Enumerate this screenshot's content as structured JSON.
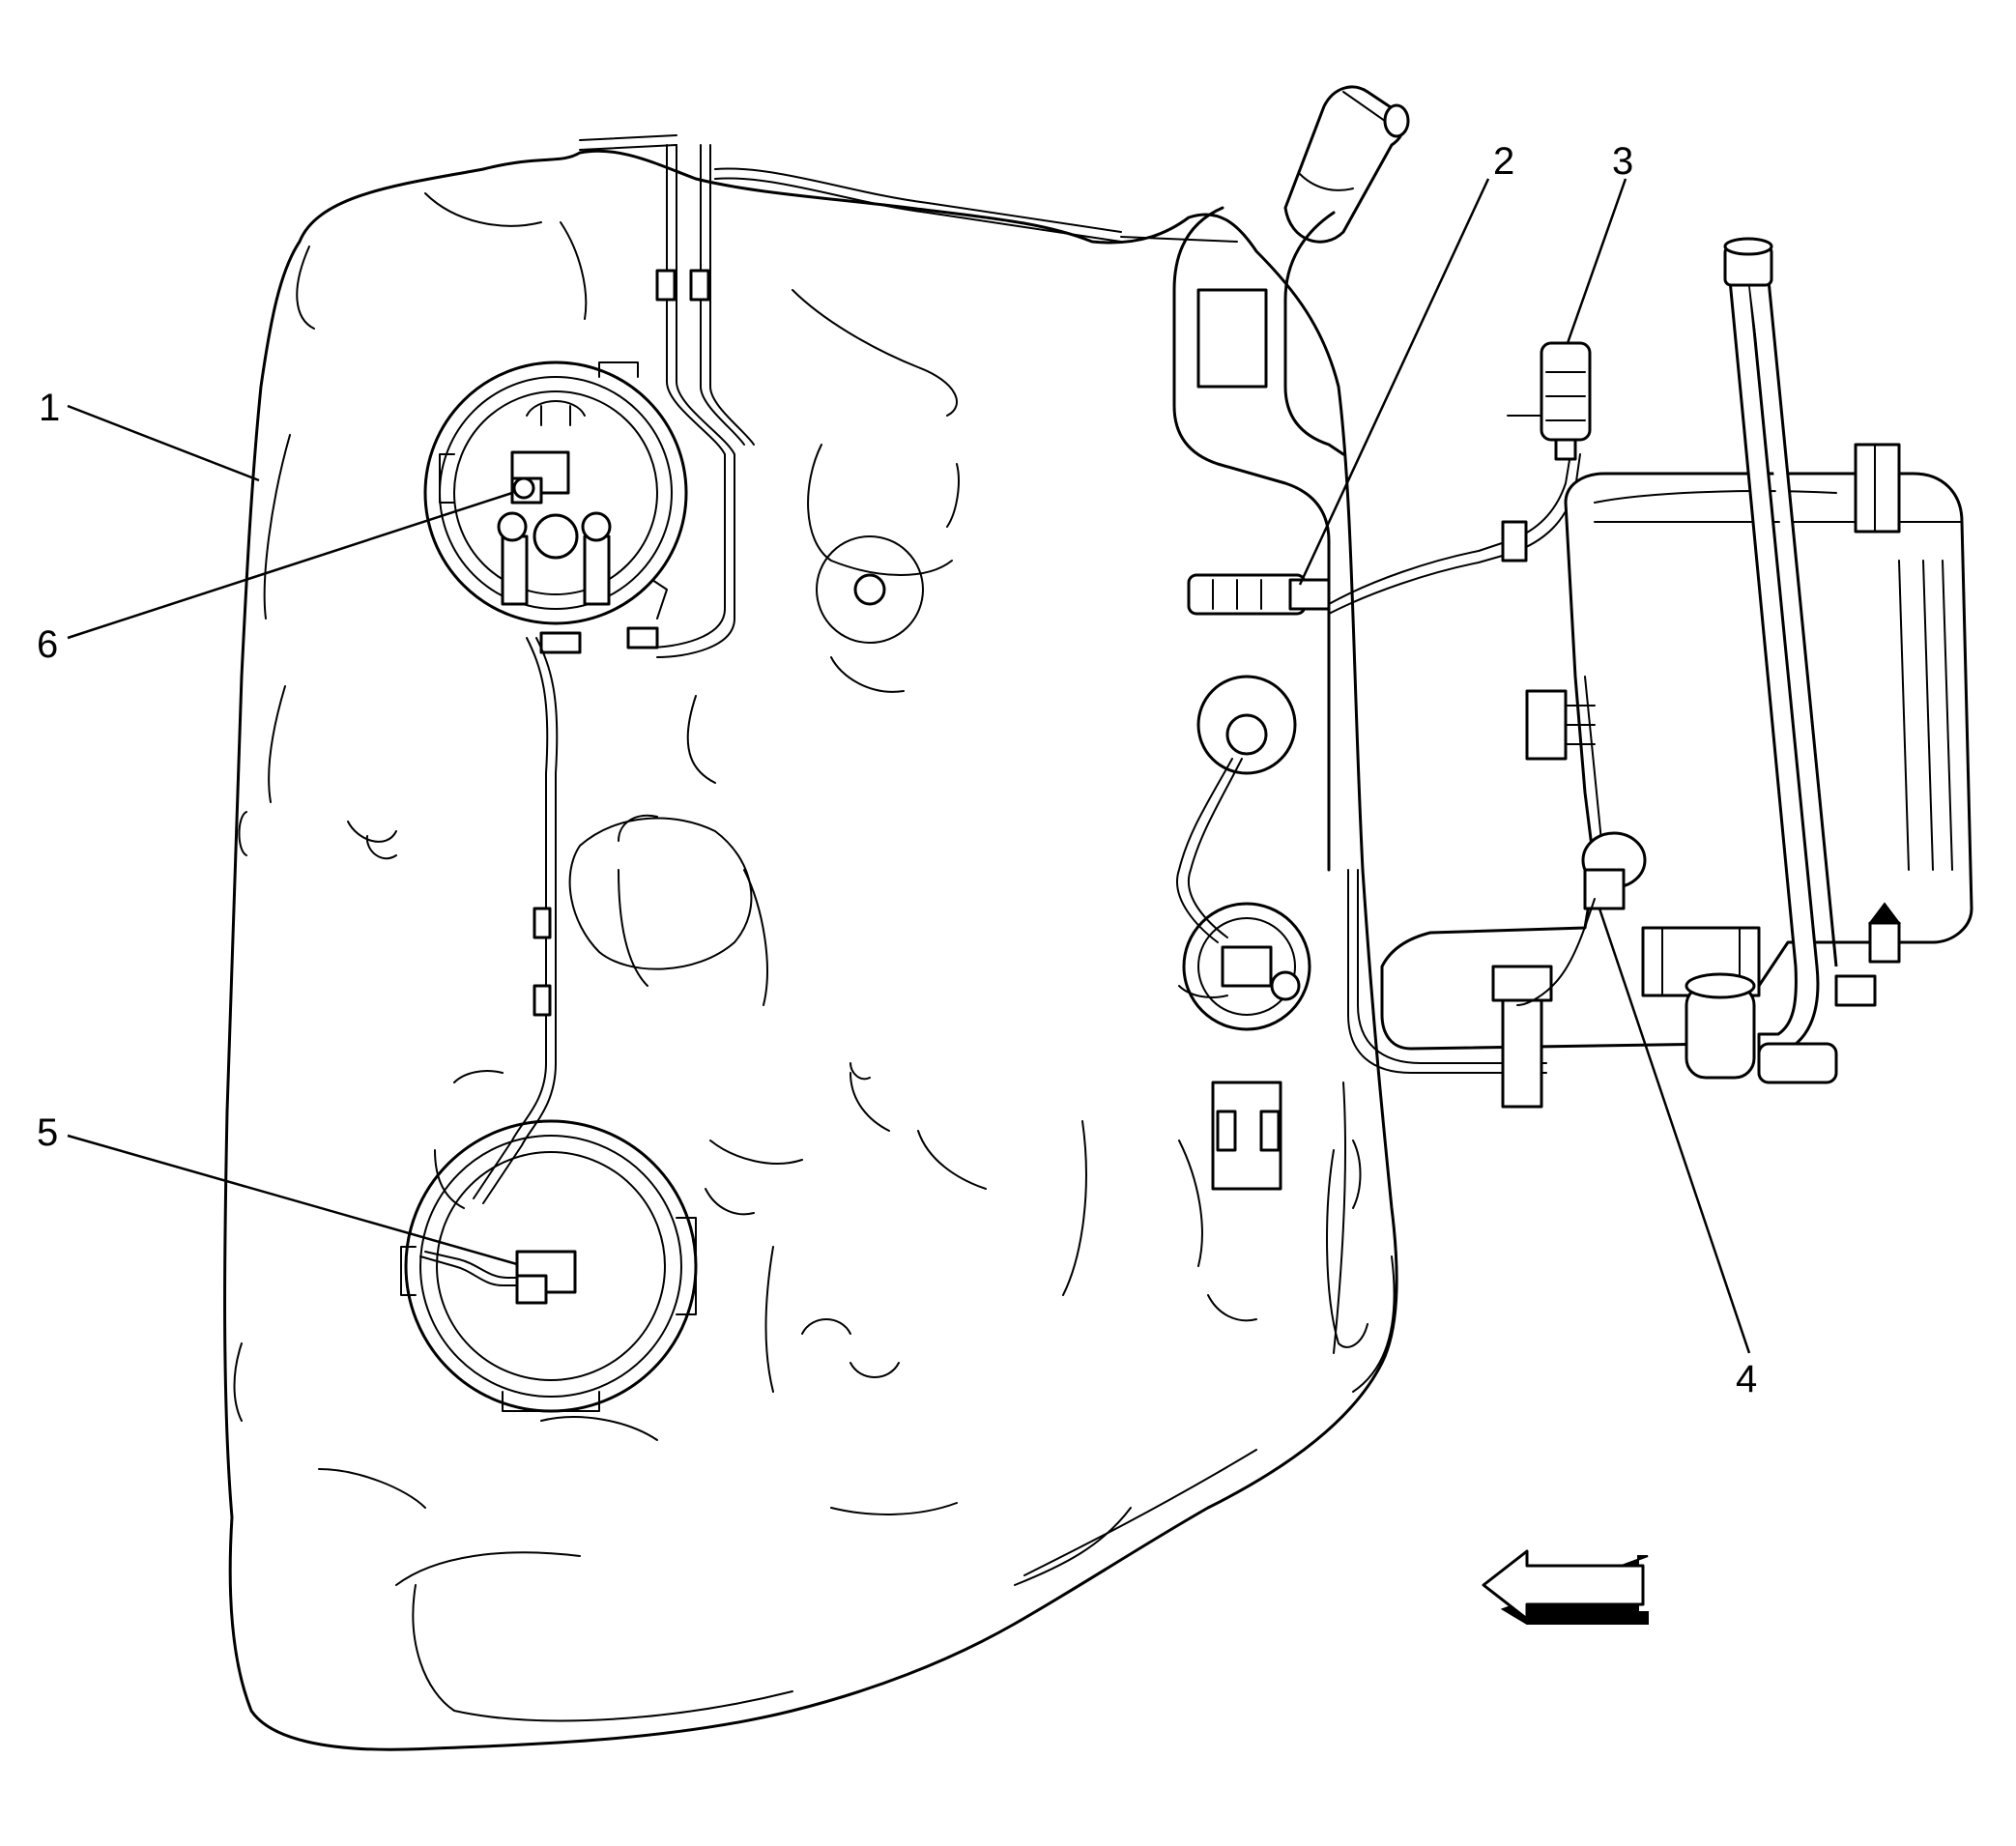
{
  "callouts": [
    {
      "id": "1",
      "label": "1"
    },
    {
      "id": "2",
      "label": "2"
    },
    {
      "id": "3",
      "label": "3"
    },
    {
      "id": "4",
      "label": "4"
    },
    {
      "id": "5",
      "label": "5"
    },
    {
      "id": "6",
      "label": "6"
    }
  ],
  "direction_arrow": {
    "icon": "left-arrow-icon",
    "points": "left"
  },
  "colors": {
    "line": "#000000",
    "background": "#ffffff"
  }
}
